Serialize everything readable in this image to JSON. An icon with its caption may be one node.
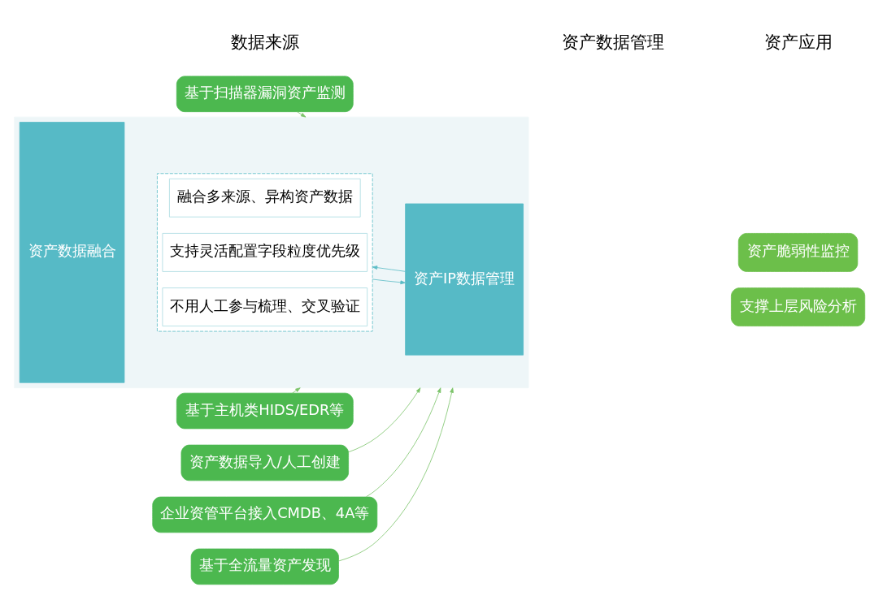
{
  "diagram": {
    "nodes": [
      {
        "text": [
          "基于扫描器漏洞资产监测"
        ]
      },
      {
        "text": [
          "基于主机类HIDS/EDR等"
        ]
      },
      {
        "text": [
          "资产数据导入/人工创建"
        ]
      },
      {
        "text": [
          "企业资管平台接入CMDB、4A等"
        ]
      },
      {
        "text": [
          "基于全流量资产发现"
        ]
      },
      {
        "text": [],
        "shape": "box"
      },
      {
        "text": [
          "资产数据融合"
        ],
        "in": 5
      },
      {
        "text": [],
        "shape": "box",
        "in": 5
      },
      {
        "text": [
          "融合多来源、异构资产数据"
        ],
        "in": 7
      },
      {
        "text": [
          "支持灵活配置字段粒度优先级"
        ],
        "in": 7
      },
      {
        "text": [
          "不用人工参与梳理、交叉验证"
        ],
        "in": 7
      },
      {
        "text": [
          "资产IP数据管理"
        ],
        "in": 5
      },
      {
        "text": [
          "资产脆弱性监控"
        ]
      },
      {
        "text": [
          "支撑上层风险分析"
        ]
      }
    ],
    "edges": [
      {
        "from": 0,
        "to": 5,
        "arrow": "to"
      },
      {
        "from": 1,
        "to": 5,
        "arrow": "to"
      },
      {
        "from": 2,
        "to": 5,
        "arrow": "to"
      },
      {
        "from": 3,
        "to": 5,
        "arrow": "to"
      },
      {
        "from": 4,
        "to": 5,
        "arrow": "to"
      },
      {
        "from": 7,
        "to": 11,
        "arrow": "to",
        "color": "#5bbcc6"
      },
      {
        "from": 11,
        "to": 7,
        "arrow": "to",
        "color": "#5bbcc6"
      }
    ],
    "labels": [
      "数据来源",
      "资产数据管理",
      "资产应用"
    ]
  }
}
